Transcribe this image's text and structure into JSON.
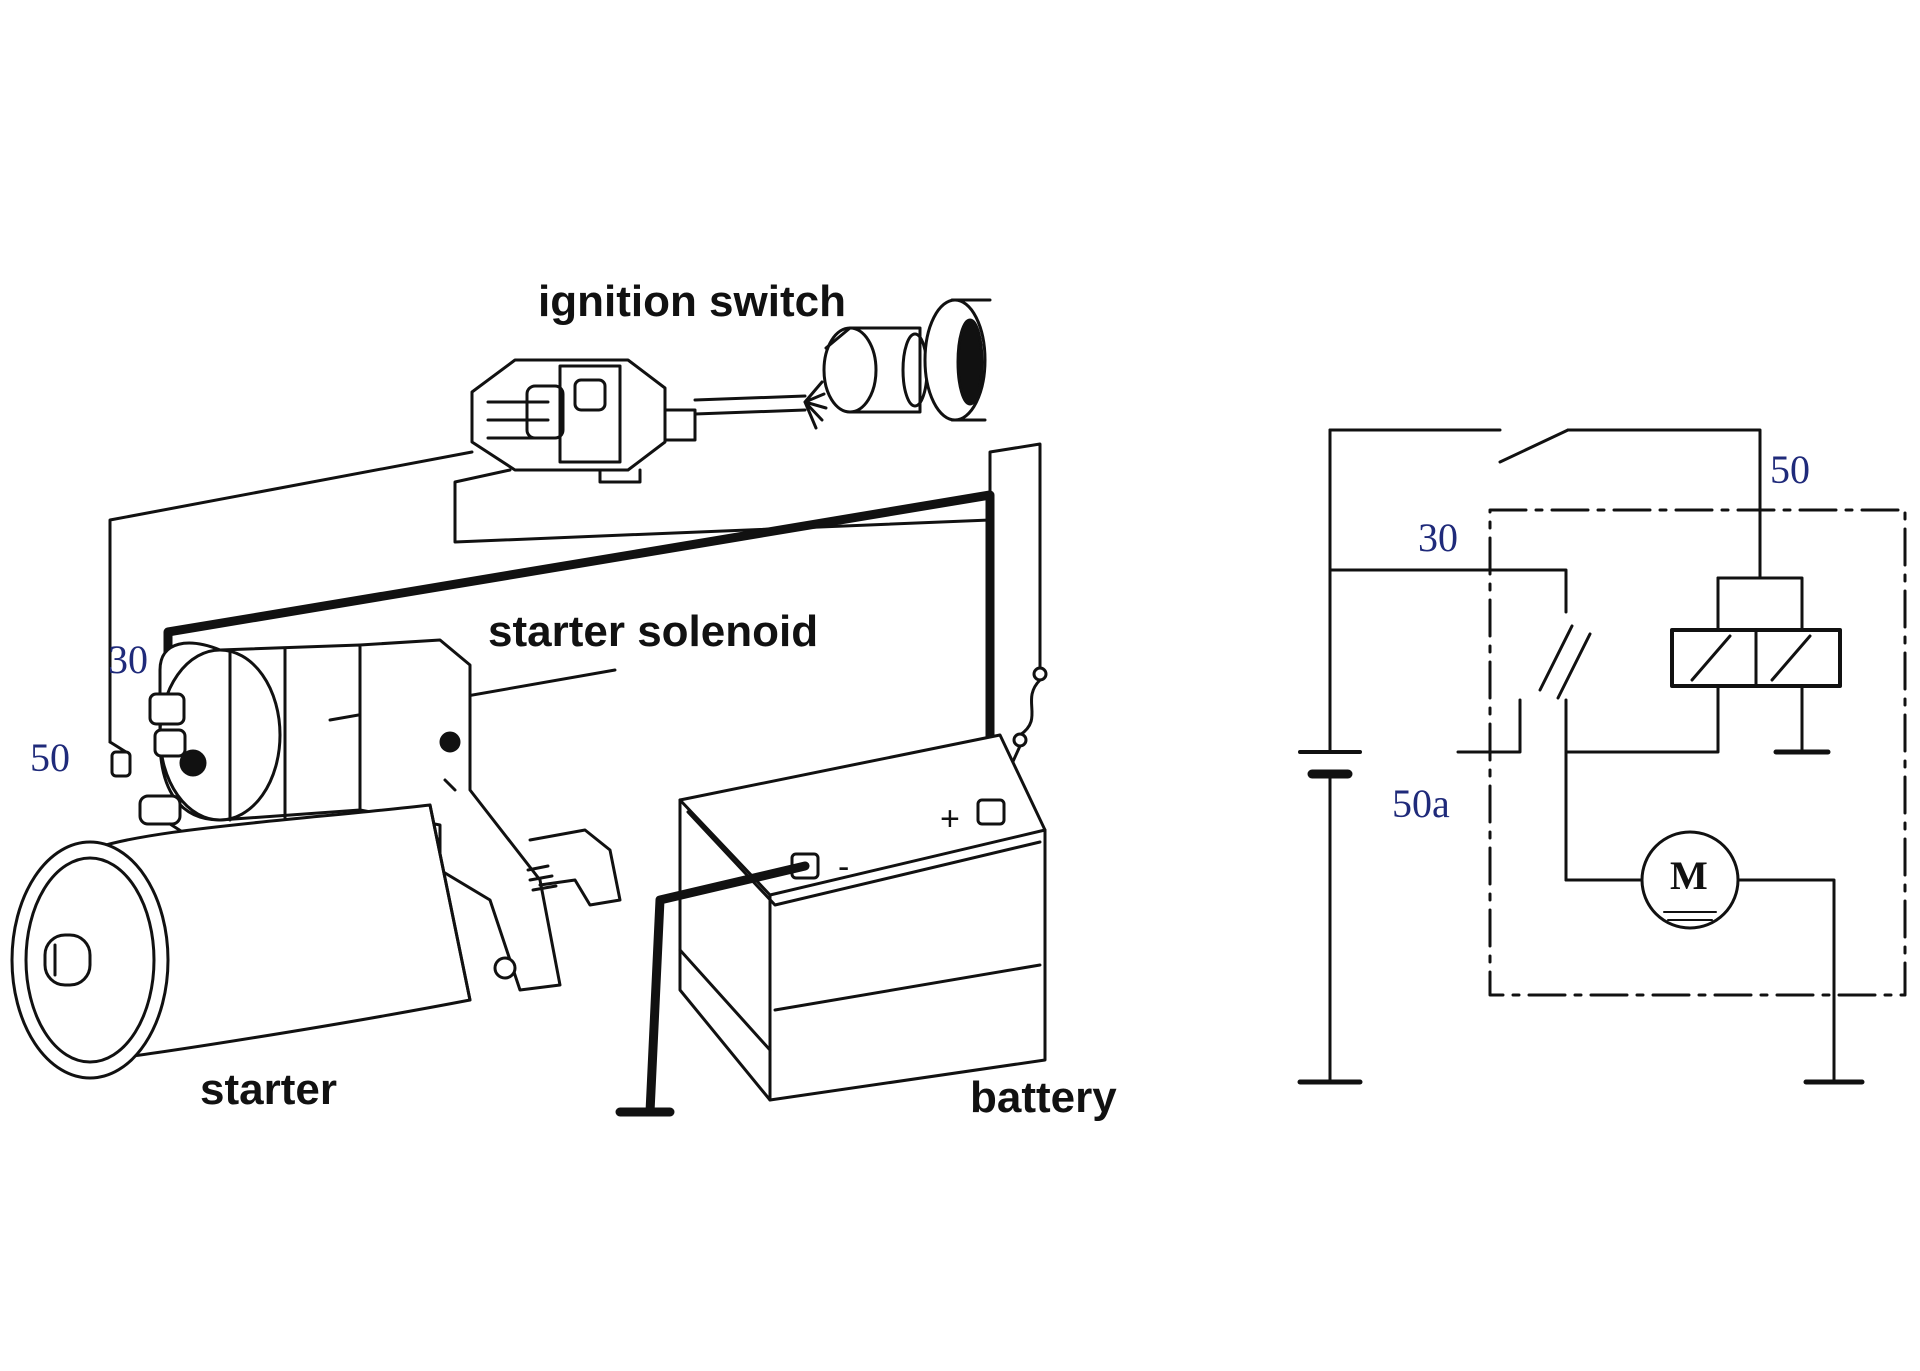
{
  "diagram": {
    "labels": {
      "ignition_switch": "ignition switch",
      "starter_solenoid": "starter solenoid",
      "starter": "starter",
      "battery": "battery",
      "terminal_30_left": "30",
      "terminal_50_left": "50",
      "terminal_30_right": "30",
      "terminal_50_right": "50",
      "terminal_50a_right": "50a",
      "motor_symbol": "M",
      "battery_plus": "+",
      "battery_minus": "-"
    },
    "colors": {
      "line": "#111111",
      "terminal_number": "#1f2a7a",
      "background": "#ffffff"
    }
  }
}
